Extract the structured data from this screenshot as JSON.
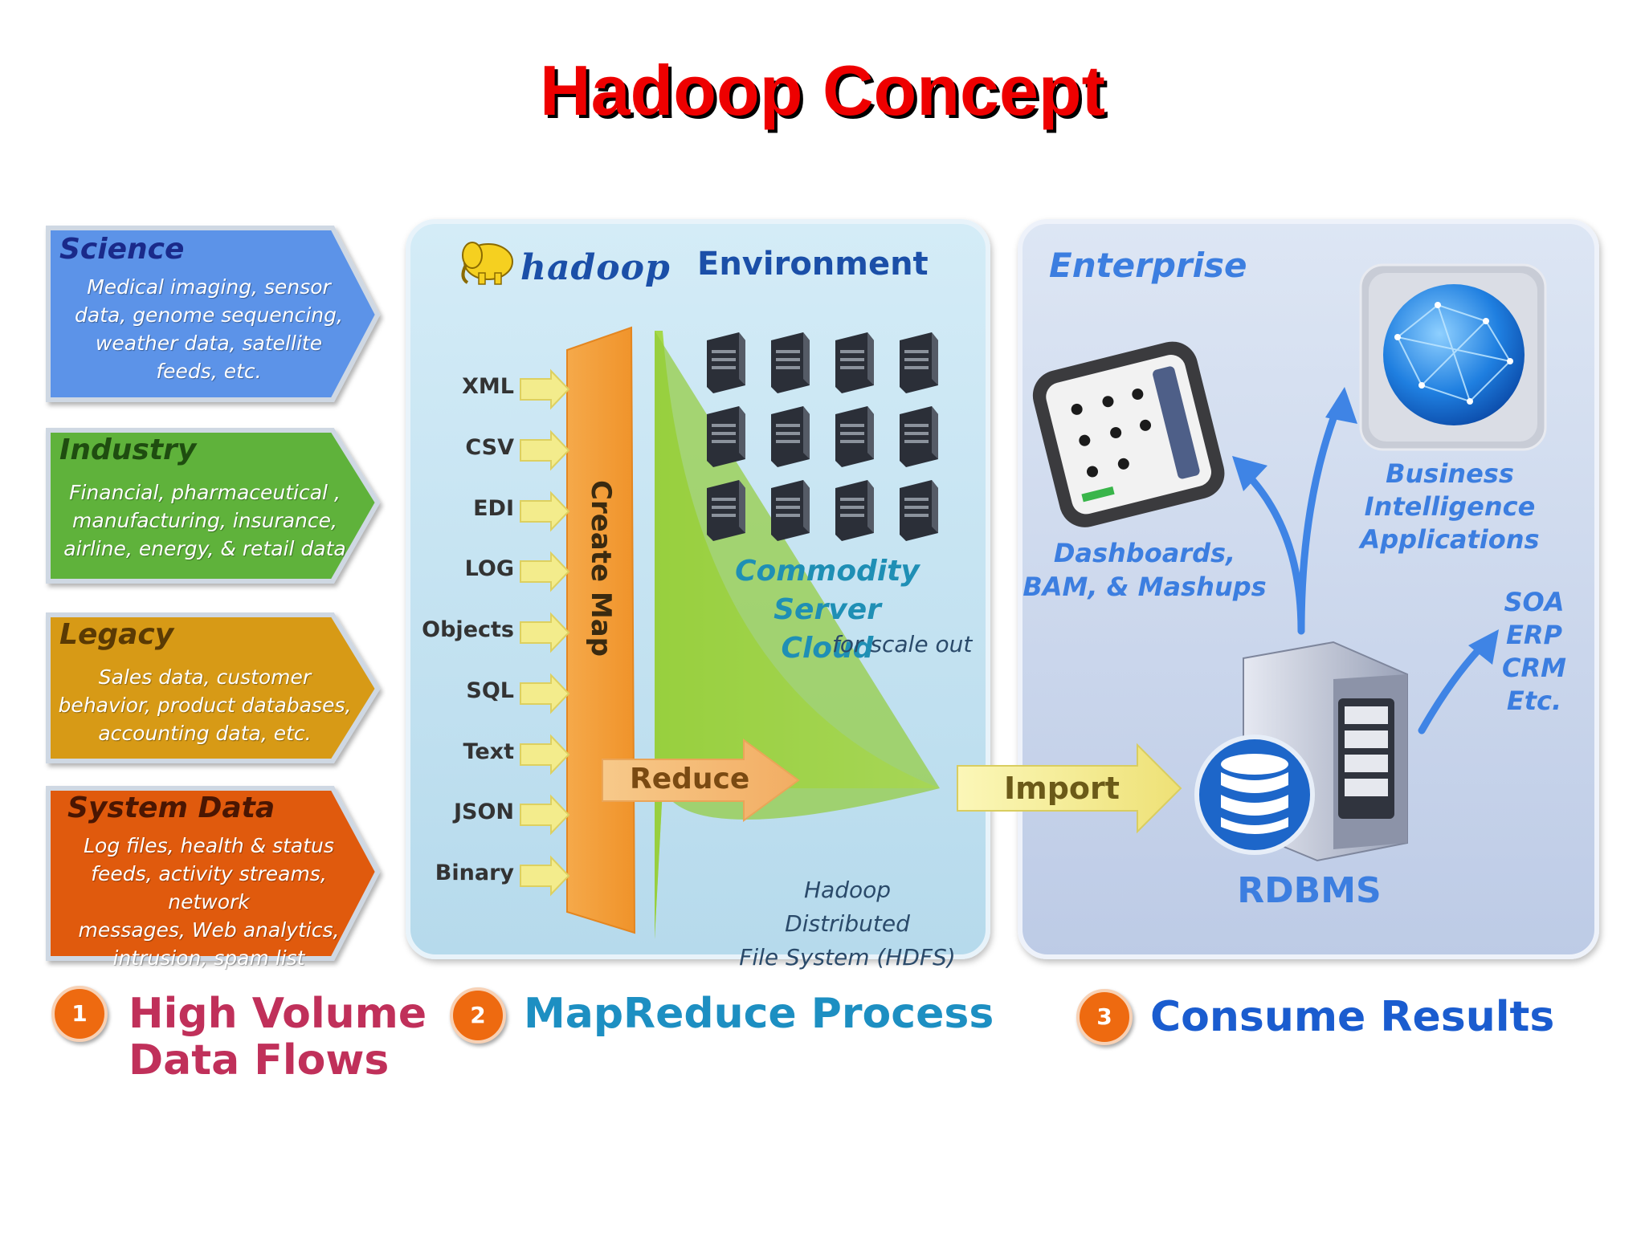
{
  "title": "Hadoop Concept",
  "sources": [
    {
      "heading": "Science",
      "lines": [
        "Medical imaging, sensor",
        "data, genome sequencing,",
        "weather data, satellite",
        "feeds, etc."
      ],
      "color": "#5b93e8"
    },
    {
      "heading": "Industry",
      "lines": [
        "Financial, pharmaceutical ,",
        "manufacturing, insurance,",
        "airline, energy, & retail data"
      ],
      "color": "#5fb23a"
    },
    {
      "heading": "Legacy",
      "lines": [
        "Sales data, customer",
        "behavior, product databases,",
        "accounting data, etc."
      ],
      "color": "#d79a12"
    },
    {
      "heading": "System Data",
      "lines": [
        "Log files, health & status",
        "feeds, activity streams, network",
        "messages, Web analytics,",
        "intrusion, spam list"
      ],
      "color": "#e05a0e"
    }
  ],
  "hadoop": {
    "logo_text": "hadoop",
    "environment_label": "Environment",
    "formats": [
      "XML",
      "CSV",
      "EDI",
      "LOG",
      "Objects",
      "SQL",
      "Text",
      "JSON",
      "Binary"
    ],
    "create_map": "Create Map",
    "reduce": "Reduce",
    "cloud_line1": "Commodity",
    "cloud_line2": "Server Cloud",
    "cloud_sub": "for scale out",
    "hdfs_line1": "Hadoop Distributed",
    "hdfs_line2": "File System (HDFS)"
  },
  "enterprise": {
    "title": "Enterprise",
    "import": "Import",
    "dashboards_line1": "Dashboards,",
    "dashboards_line2": "BAM, & Mashups",
    "bi_line1": "Business",
    "bi_line2": "Intelligence",
    "bi_line3": "Applications",
    "soa_items": [
      "SOA",
      "ERP",
      "CRM",
      "Etc."
    ],
    "rdbms": "RDBMS"
  },
  "steps": [
    {
      "number": "1",
      "line1": "High Volume",
      "line2": "Data Flows",
      "color": "#c0305a"
    },
    {
      "number": "2",
      "line1": "MapReduce Process",
      "line2": "",
      "color": "#1d8fc2"
    },
    {
      "number": "3",
      "line1": "Consume Results",
      "line2": "",
      "color": "#1a5ccf"
    }
  ]
}
